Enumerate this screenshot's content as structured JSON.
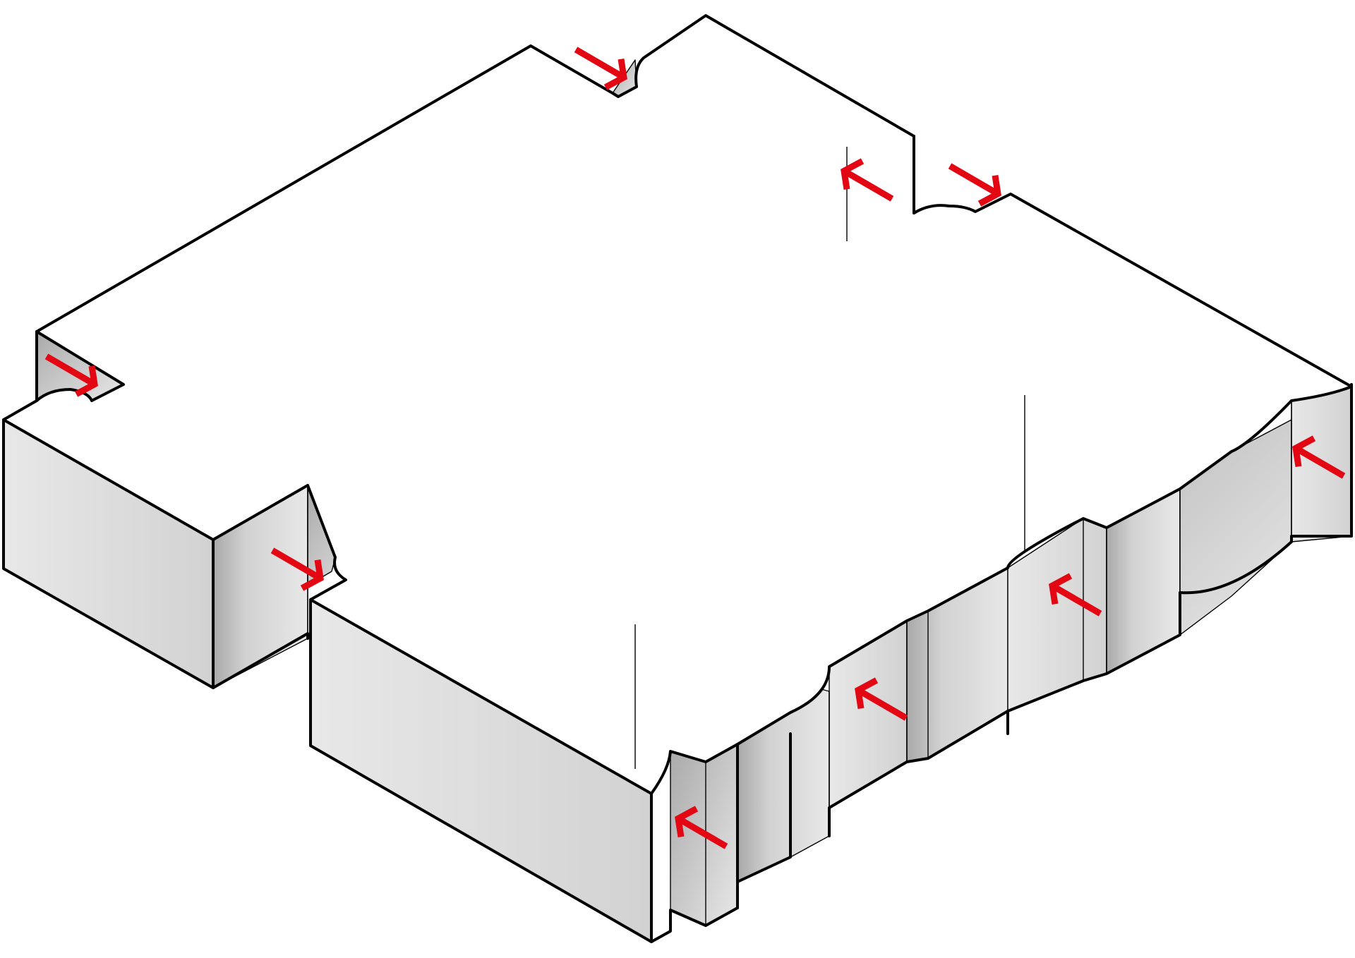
{
  "colors": {
    "background": "#ffffff",
    "top_face": "#ffffff",
    "wall_light": "#e8e8e8",
    "wall_mid": "#d2d2d2",
    "wall_dark": "#a9a9a9",
    "outline": "#000000",
    "arrow": "#e30613"
  },
  "diagram": {
    "kind": "isometric interlocking floor tile",
    "corner_treatment": "dovetail-notch",
    "arrows": [
      {
        "id": "top-notch",
        "direction": "down-right"
      },
      {
        "id": "right-notch-inner",
        "direction": "up-left"
      },
      {
        "id": "right-notch-outer",
        "direction": "down-right"
      },
      {
        "id": "left-notch-upper",
        "direction": "down-right"
      },
      {
        "id": "left-notch-lower",
        "direction": "down-right"
      },
      {
        "id": "bottom-tab-1",
        "direction": "up-left"
      },
      {
        "id": "bottom-tab-2",
        "direction": "up-left"
      },
      {
        "id": "bottom-tab-3",
        "direction": "up-left"
      },
      {
        "id": "right-tab",
        "direction": "up-left"
      }
    ]
  }
}
